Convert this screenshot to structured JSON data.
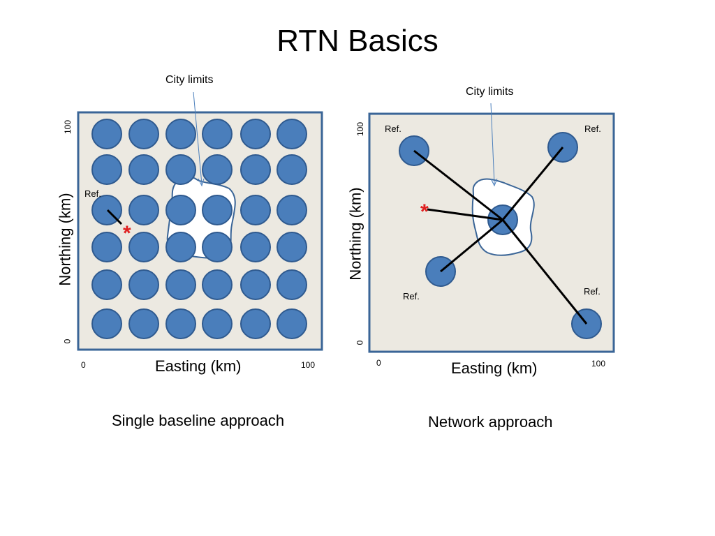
{
  "slide": {
    "title": "RTN Basics"
  },
  "left_panel": {
    "city_label": "City limits",
    "ref_label": "Ref.",
    "x_axis_label": "Easting (km)",
    "y_axis_label": "Northing (km)",
    "x_min": "0",
    "x_max": "100",
    "y_min": "0",
    "y_max": "100",
    "caption": "Single baseline approach",
    "rover_marker": "*"
  },
  "right_panel": {
    "city_label": "City limits",
    "ref_labels": [
      "Ref.",
      "Ref.",
      "Ref.",
      "Ref."
    ],
    "x_axis_label": "Easting (km)",
    "y_axis_label": "Northing (km)",
    "x_min": "0",
    "x_max": "100",
    "y_min": "0",
    "y_max": "100",
    "caption": "Network approach",
    "rover_marker": "*"
  },
  "colors": {
    "panel_fill": "#ece9e1",
    "panel_border": "#3a6597",
    "station_fill": "#4a7ebb",
    "station_stroke": "#2f5a8f",
    "city_fill": "#ffffff",
    "rover": "#e02020"
  }
}
